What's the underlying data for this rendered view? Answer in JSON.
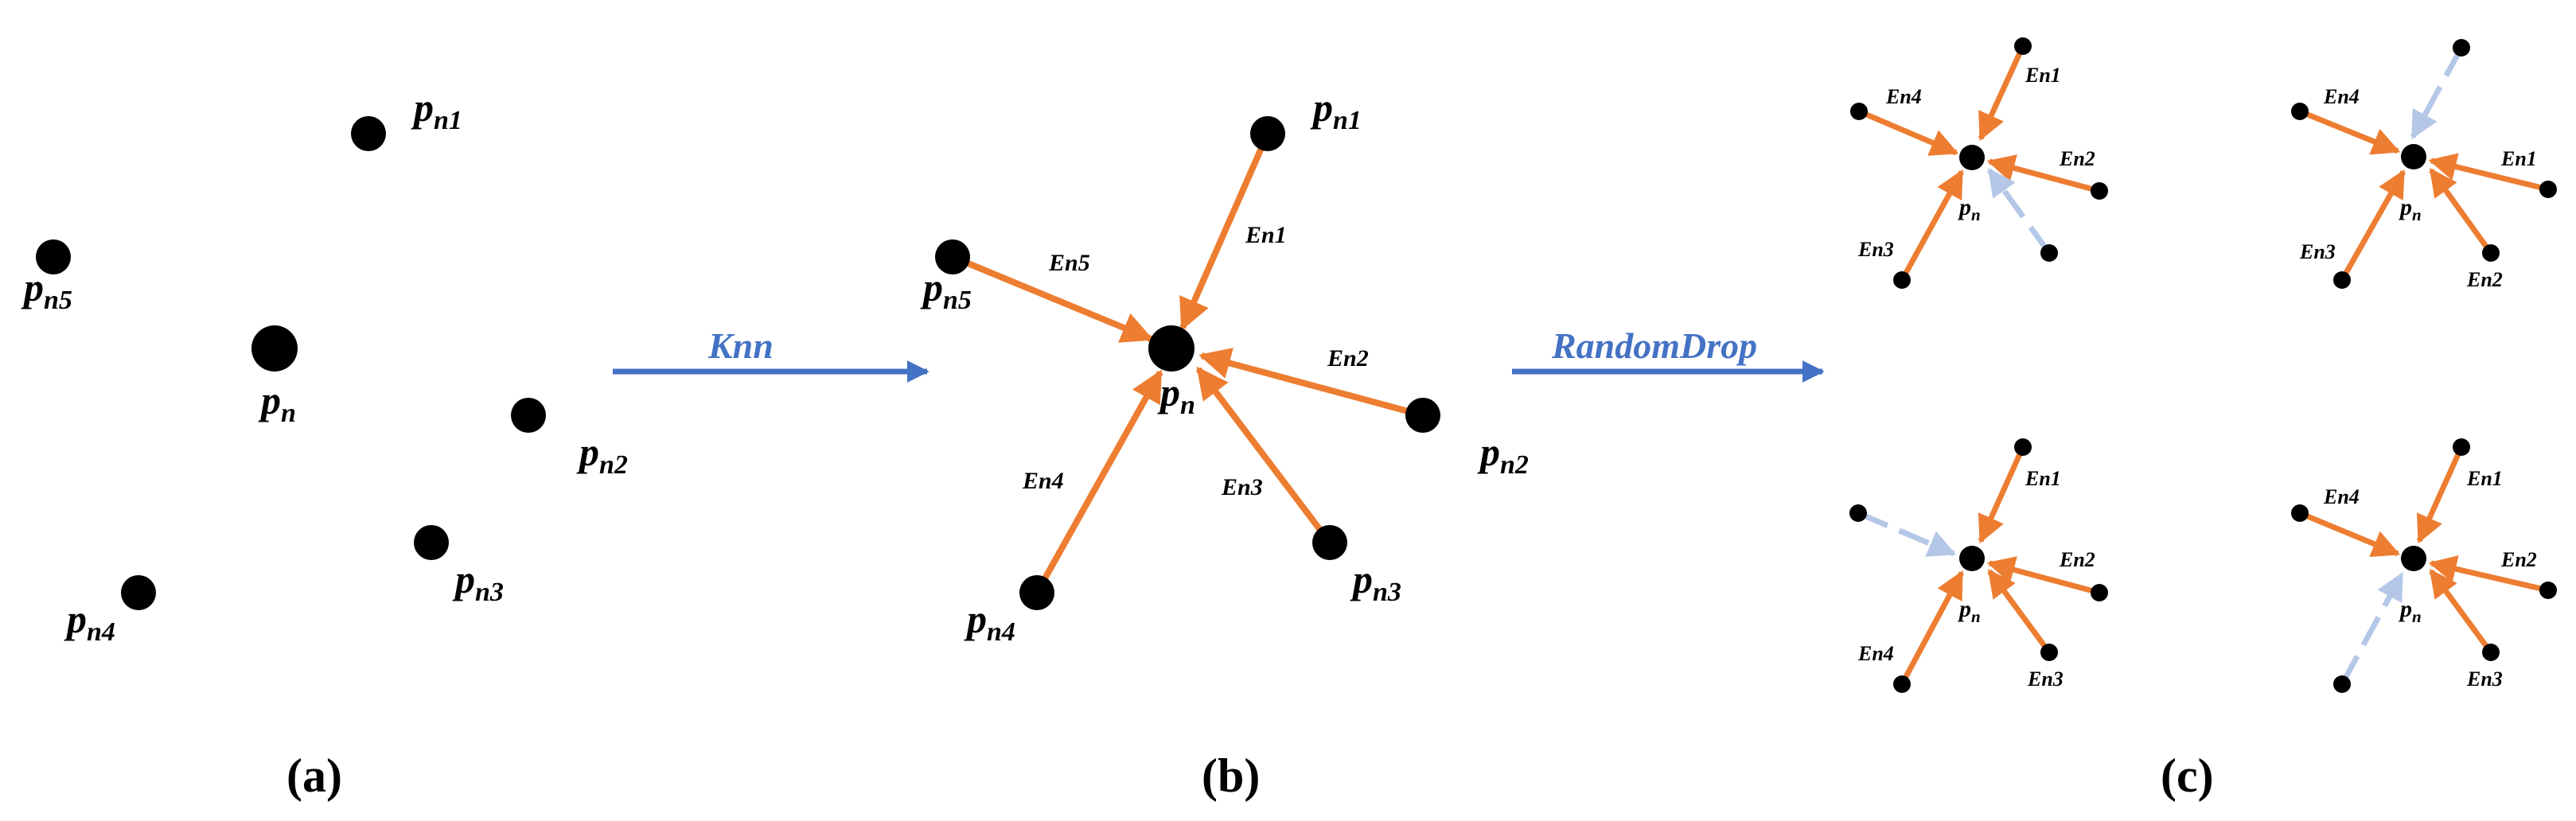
{
  "colors": {
    "node": "#000000",
    "edge": "#ED7D31",
    "dropped_edge": "#B4C7E7",
    "operation": "#4472C4"
  },
  "labels": {
    "point_prefix": "p",
    "center_sub": "n",
    "neighbor_subs": [
      "n1",
      "n2",
      "n3",
      "n4",
      "n5"
    ],
    "edges": [
      "En1",
      "En2",
      "En3",
      "En4",
      "En5"
    ]
  },
  "operations": {
    "knn": "Knn",
    "random_drop": "RandomDrop"
  },
  "panels": {
    "a": "(a)",
    "b": "(b)",
    "c": "(c)"
  },
  "random_drop_variants": [
    {
      "dropped": "En5"
    },
    {
      "dropped": "En5"
    },
    {
      "dropped": "En5"
    },
    {
      "dropped": "En5"
    }
  ]
}
